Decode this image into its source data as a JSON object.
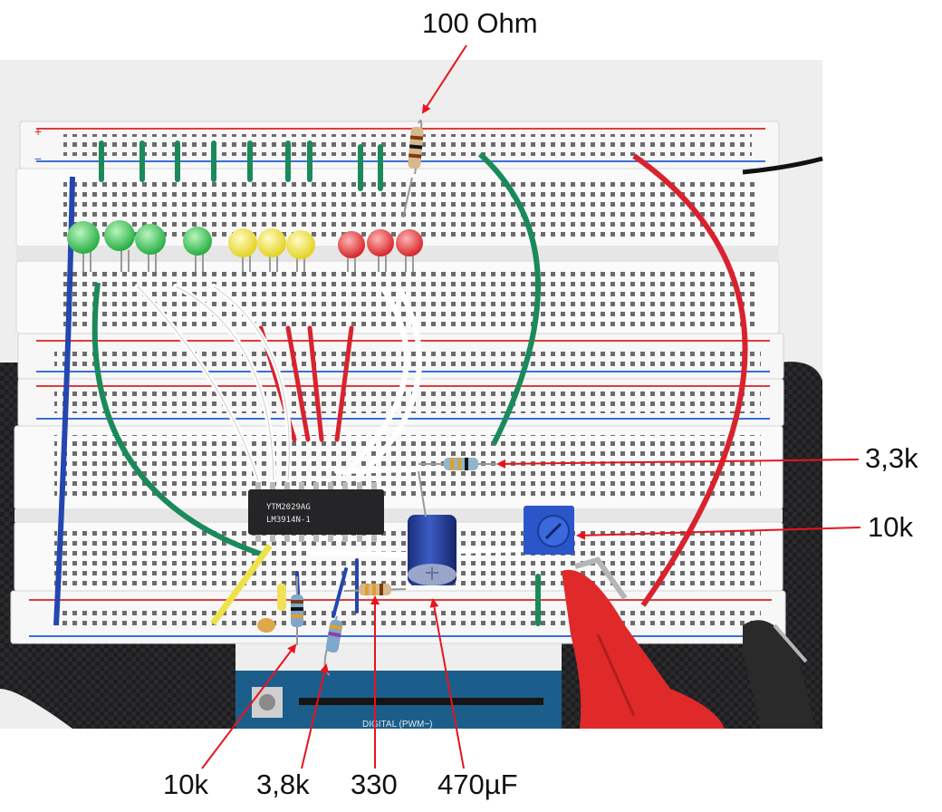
{
  "labels": {
    "r100": "100 Ohm",
    "r3k3": "3,3k",
    "pot10k": "10k",
    "r10k": "10k",
    "r3k8": "3,8k",
    "r330": "330",
    "cap": "470µF"
  },
  "chip": {
    "line1": "YTM2029AG",
    "line2": "LM3914N-1"
  },
  "arduino": {
    "digital": "DIGITAL (PWM~)"
  },
  "colors": {
    "arrow": "#e8141c",
    "wire_green": "#1b8a5a",
    "wire_red": "#d8232e",
    "wire_blue": "#2346b0",
    "wire_white": "#ffffff",
    "wire_yellow": "#efe14a",
    "led_green": "#2fc54a",
    "led_yellow": "#f2e332",
    "led_red": "#e8262a"
  }
}
